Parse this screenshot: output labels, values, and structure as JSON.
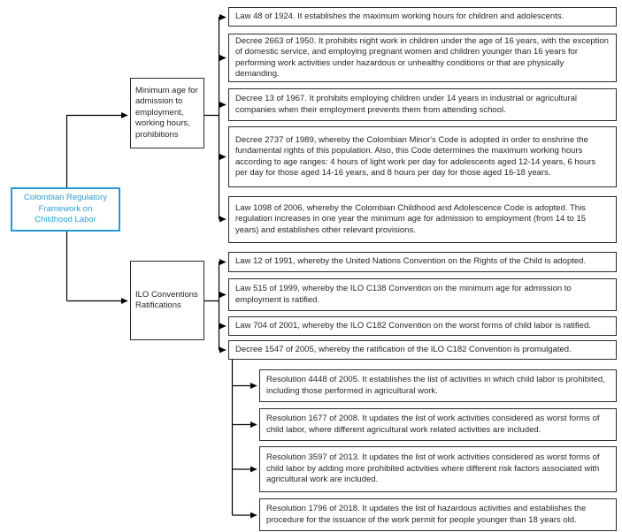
{
  "root": {
    "line1": "Colombian Regulatory",
    "line2": "Framework on",
    "line3": "Childhood Labor"
  },
  "branch1": {
    "label": "Minimum age for admission to employment, working hours, prohibitions",
    "items": [
      {
        "text": "Law 48 of 1924. It establishes the maximum working hours for children and adolescents."
      },
      {
        "text": "Decree 2663 of 1950. It prohibits night work in children under the age of 16 years, with the exception of domestic service, and employing pregnant women and children younger than 16 years for performing work activities under hazardous or unhealthy conditions or that are physically demanding."
      },
      {
        "text": "Decree 13 of 1967. It prohibits employing children under 14 years in industrial or agricultural companies when their employment prevents them from attending school."
      },
      {
        "text": "Decree 2737 of 1989, whereby the Colombian Minor's Code is adopted in order to enshrine the fundamental rights of this population. Also, this Code determines the maximum working hours according to age ranges: 4 hours of light work per day for adolescents aged 12-14 years, 6 hours per day for those aged 14-16 years, and 8 hours per day for those aged 16-18 years."
      },
      {
        "text": "Law 1098 of 2006, whereby the Colombian Childhood and Adolescence Code is adopted. This regulation increases in one year the minimum age for admission to employment (from 14 to 15 years) and establishes other relevant provisions."
      }
    ]
  },
  "branch2": {
    "label": "ILO Conventions Ratifications",
    "items": [
      {
        "text": "Law 12 of 1991, whereby the United Nations Convention on the Rights of the Child is adopted."
      },
      {
        "text": "Law 515 of 1999, whereby the ILO C138 Convention on the minimum age for admission to employment is ratified."
      },
      {
        "text": "Law 704 of 2001, whereby the ILO C182 Convention on the worst forms of child labor is ratified."
      },
      {
        "text": "Decree 1547 of 2005, whereby the ratification of the ILO C182 Convention is promulgated."
      }
    ],
    "sub_items": [
      {
        "text": "Resolution 4448 of 2005. It establishes the list of activities in which child labor is prohibited, including those performed in agricultural work."
      },
      {
        "text": "Resolution 1677 of 2008. It updates the list of work activities considered as worst forms of child labor, where different agricultural work related activities are included."
      },
      {
        "text": "Resolution 3597 of 2013. It updates the list of work activities considered as worst forms of child labor by adding more prohibited activities where different risk factors associated with agricultural work are included."
      },
      {
        "text": "Resolution 1796 of 2018. It updates the list of hazardous activities and establishes the procedure for the issuance of the work permit for people younger than 18 years old."
      }
    ]
  },
  "colors": {
    "accent_blue": "#2599d2",
    "box_border": "#2b2b2b",
    "text_dark": "#26242c",
    "line_black": "#000000"
  }
}
